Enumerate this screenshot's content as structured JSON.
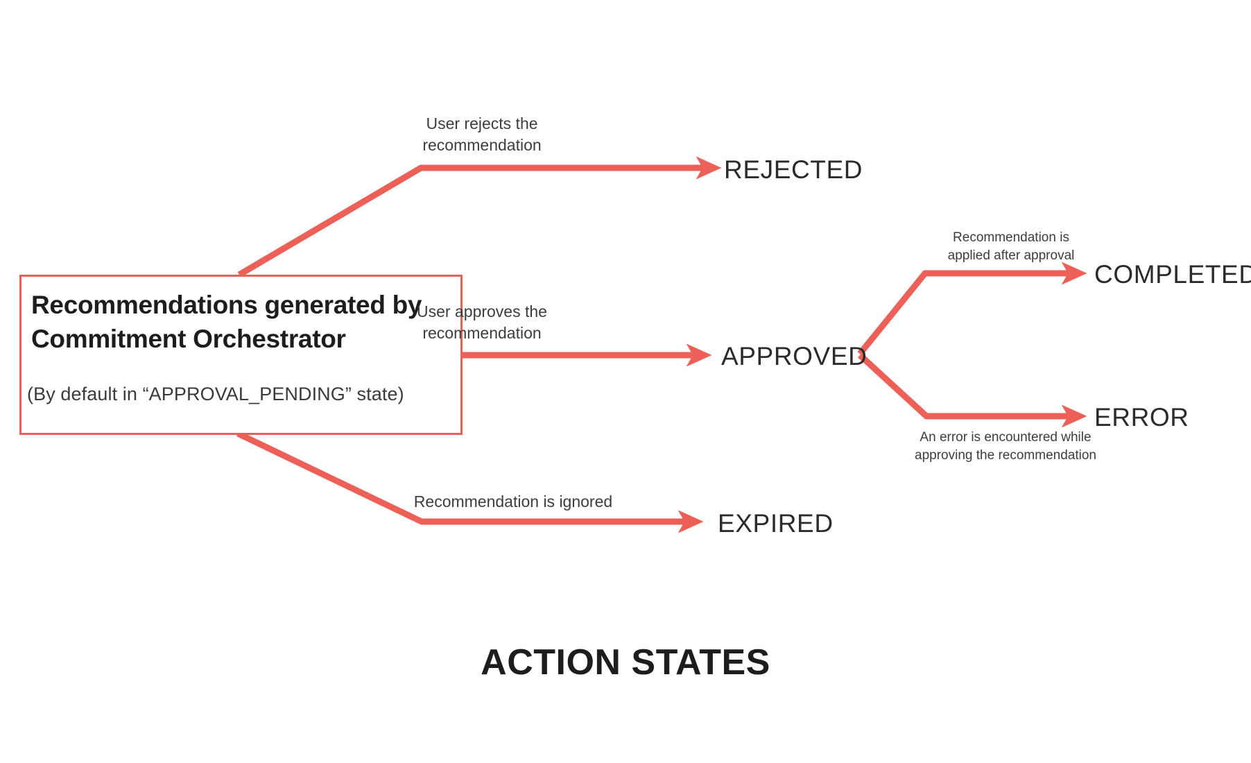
{
  "diagram": {
    "caption": "ACTION STATES",
    "accent_color": "#ec6058",
    "text_color": "#2b2b2b",
    "background_color": "#ffffff"
  },
  "source": {
    "title": "Recommendations generated by Commitment Orchestrator",
    "subtitle": "(By default in “APPROVAL_PENDING” state)"
  },
  "states": {
    "rejected": "REJECTED",
    "approved": "APPROVED",
    "expired": "EXPIRED",
    "completed": "COMPLETED",
    "error": "ERROR"
  },
  "transitions": [
    {
      "id": "to-rejected",
      "from": "source",
      "to": "REJECTED",
      "label": "User rejects the\nrecommendation"
    },
    {
      "id": "to-approved",
      "from": "source",
      "to": "APPROVED",
      "label": "User approves the\nrecommendation"
    },
    {
      "id": "to-expired",
      "from": "source",
      "to": "EXPIRED",
      "label": "Recommendation is ignored"
    },
    {
      "id": "to-completed",
      "from": "APPROVED",
      "to": "COMPLETED",
      "label": "Recommendation is\napplied after approval"
    },
    {
      "id": "to-error",
      "from": "APPROVED",
      "to": "ERROR",
      "label": "An error is encountered while\napproving the recommendation"
    }
  ]
}
